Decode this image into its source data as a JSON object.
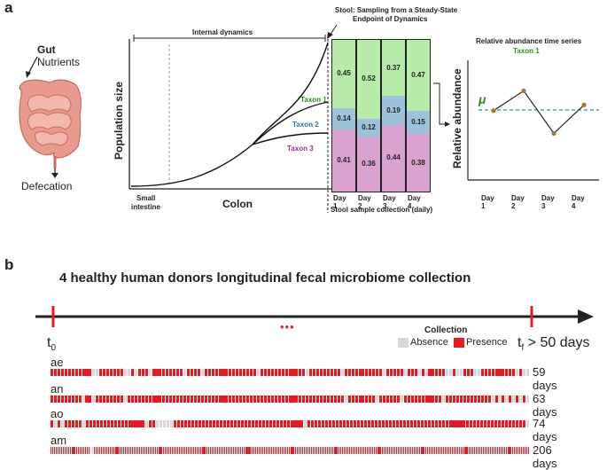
{
  "panel_a": {
    "letter": "a",
    "gut": {
      "title": "Gut",
      "nutrients": "Nutrients",
      "defecation": "Defecation"
    },
    "growth_plot": {
      "ylabel": "Population size",
      "internal_dynamics": "Internal dynamics",
      "small_intestine_1": "Small",
      "small_intestine_2": "intestine",
      "colon": "Colon",
      "taxa": [
        {
          "name": "Taxon 1",
          "color": "#2e8b1e"
        },
        {
          "name": "Taxon 2",
          "color": "#3a6fa0"
        },
        {
          "name": "Taxon 3",
          "color": "#b0278f"
        }
      ]
    },
    "stool": {
      "title_1": "Stool: Sampling from a Steady-State",
      "title_2": "Endpoint of Dynamics",
      "xlabel": "Stool sample collection (daily)",
      "colors": {
        "taxon1": "#b6ebaa",
        "taxon2": "#9cc3da",
        "taxon3": "#d9a2cf"
      },
      "bars": [
        {
          "day": "Day 1",
          "t1": "0.45",
          "t2": "0.14",
          "t3": "0.41",
          "v1": 0.45,
          "v2": 0.14,
          "v3": 0.41
        },
        {
          "day": "Day 2",
          "t1": "0.52",
          "t2": "0.12",
          "t3": "0.36",
          "v1": 0.52,
          "v2": 0.12,
          "v3": 0.36
        },
        {
          "day": "Day 3",
          "t1": "0.37",
          "t2": "0.19",
          "t3": "0.44",
          "v1": 0.37,
          "v2": 0.19,
          "v3": 0.44
        },
        {
          "day": "Day 4",
          "t1": "0.47",
          "t2": "0.15",
          "t3": "0.38",
          "v1": 0.47,
          "v2": 0.15,
          "v3": 0.38
        }
      ]
    },
    "timeseries": {
      "title": "Relative abundance time series",
      "subtitle": "Taxon 1",
      "ylabel": "Relative abundance",
      "mu": "μ",
      "days": [
        "Day 1",
        "Day 2",
        "Day 3",
        "Day 4"
      ],
      "values": [
        0.45,
        0.52,
        0.37,
        0.47
      ]
    }
  },
  "panel_b": {
    "letter": "b",
    "title": "4 healthy human donors longitudinal fecal microbiome collection",
    "t0": "t",
    "t0_sub": "0",
    "tf": "t",
    "tf_sub": "f",
    "tf_rest": " > 50 days",
    "ellipsis": "•••",
    "legend": {
      "title": "Collection",
      "absence": "Absence",
      "presence": "Presence",
      "absence_color": "#d8d8d8",
      "presence_color": "#e8191f"
    },
    "donors": [
      {
        "id": "ae",
        "days_label": "59 days",
        "pattern": "11111111111100111111100101110111111111011110111111111111111011111111111110111111111011111111111011111011101011111001001110011111111110100"
      },
      {
        "id": "an",
        "days_label": "63 days",
        "pattern": "11111111101101111111101111111111111111111111111111111111111111111111111111111111111101111111101111110111111111110111111111111101010101010"
      },
      {
        "id": "ao",
        "days_label": "74 days",
        "pattern": "1010111110111111111111111110110000011111111111111111111111111111111111110111111111111111111111111111111111111111111111111111111111111110"
      },
      {
        "id": "am",
        "days_label": "206 days",
        "pattern": "111111111111111111111110011111111111111111111111111111111111111111111111111111111111111111111111111111111111111111111111111111111111111111111111111111111111111111111111111111111111111111111111111111111111111111111111111111111111111111111111111111111111111111111111111111111111"
      }
    ]
  }
}
